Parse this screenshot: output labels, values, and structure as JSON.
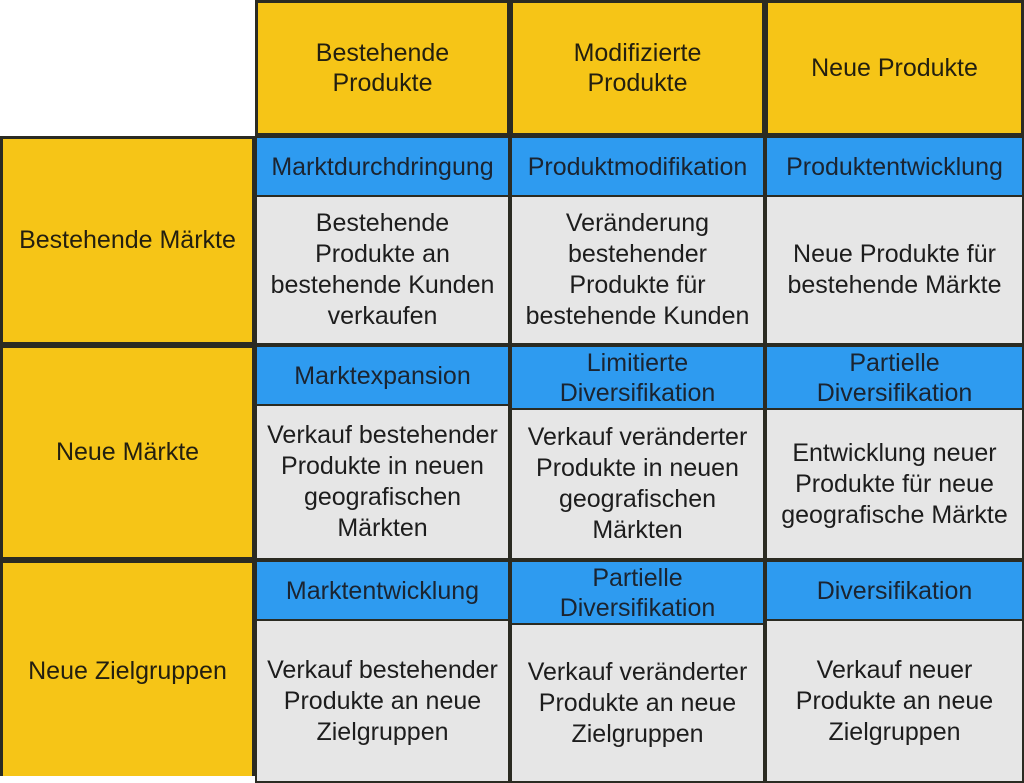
{
  "matrix": {
    "corner_label": "",
    "column_headers": [
      {
        "label": "Bestehende\nProdukte"
      },
      {
        "label": "Modifizierte Produkte"
      },
      {
        "label": "Neue Produkte"
      }
    ],
    "row_headers": [
      {
        "label": "Bestehende Märkte"
      },
      {
        "label": "Neue Märkte"
      },
      {
        "label": "Neue Zielgruppen"
      }
    ],
    "cells": [
      [
        {
          "title": "Marktdurchdringung",
          "description": "Bestehende\nProdukte an\nbestehende Kunden\nverkaufen",
          "title_lines": 1
        },
        {
          "title": "Produktmodifikation",
          "description": "Veränderung\nbestehender\nProdukte für\nbestehende Kunden",
          "title_lines": 1
        },
        {
          "title": "Produktentwicklung",
          "description": "Neue Produkte für\nbestehende Märkte",
          "title_lines": 1
        }
      ],
      [
        {
          "title": "Marktexpansion",
          "description": "Verkauf bestehender\nProdukte in neuen\ngeografischen\nMärkten",
          "title_lines": 1
        },
        {
          "title": "Limitierte\nDiversifikation",
          "description": "Verkauf veränderter\nProdukte in neuen\ngeografischen\nMärkten",
          "title_lines": 2
        },
        {
          "title": "Partielle\nDiversifikation",
          "description": "Entwicklung neuer\nProdukte für neue\ngeografische Märkte",
          "title_lines": 2
        }
      ],
      [
        {
          "title": "Marktentwicklung",
          "description": "Verkauf bestehender\nProdukte an neue\nZielgruppen",
          "title_lines": 1
        },
        {
          "title": "Partielle\nDiversifikation",
          "description": "Verkauf veränderter\nProdukte an neue\nZielgruppen",
          "title_lines": 2
        },
        {
          "title": "Diversifikation",
          "description": "Verkauf neuer\nProdukte an neue\nZielgruppen",
          "title_lines": 1
        }
      ]
    ]
  },
  "colors": {
    "header_yellow": "#F6C517",
    "title_blue": "#2E9BF0",
    "body_gray": "#E6E6E6",
    "border_dark": "#2B2B22",
    "text_dark": "#1d1d1d",
    "background_white": "#FFFFFF"
  }
}
